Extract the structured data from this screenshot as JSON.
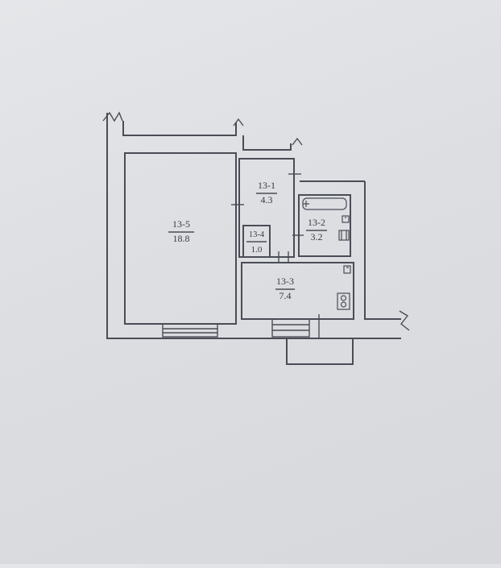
{
  "rooms": [
    {
      "id": "13-5",
      "area": "18.8"
    },
    {
      "id": "13-1",
      "area": "4.3"
    },
    {
      "id": "13-4",
      "area": "1.0"
    },
    {
      "id": "13-2",
      "area": "3.2"
    },
    {
      "id": "13-3",
      "area": "7.4"
    }
  ],
  "colors": {
    "paper": "#dcdee2",
    "ink": "#4a4d55",
    "text": "#3a3d44"
  },
  "icons": [
    "bathtub-icon",
    "toilet-icon",
    "sink-icon",
    "stove-icon",
    "kitchen-sink-icon",
    "wall-break-icon"
  ]
}
